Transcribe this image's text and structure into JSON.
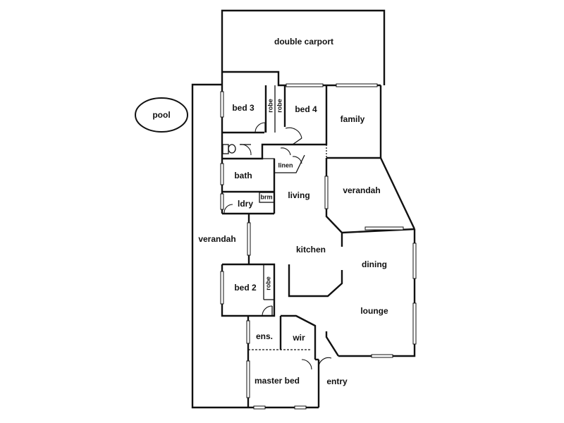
{
  "rooms": {
    "double_carport": "double carport",
    "pool": "pool",
    "bed3": "bed 3",
    "robe_a": "robe",
    "robe_b": "robe",
    "bed4": "bed 4",
    "family": "family",
    "bath": "bath",
    "linen": "linen",
    "living": "living",
    "verandah_upper": "verandah",
    "brm": "brm",
    "ldry": "ldry",
    "verandah_left": "verandah",
    "kitchen": "kitchen",
    "dining": "dining",
    "bed2": "bed 2",
    "robe_c": "robe",
    "lounge": "lounge",
    "ens": "ens.",
    "wir": "wir",
    "master_bed": "master bed",
    "entry": "entry"
  }
}
